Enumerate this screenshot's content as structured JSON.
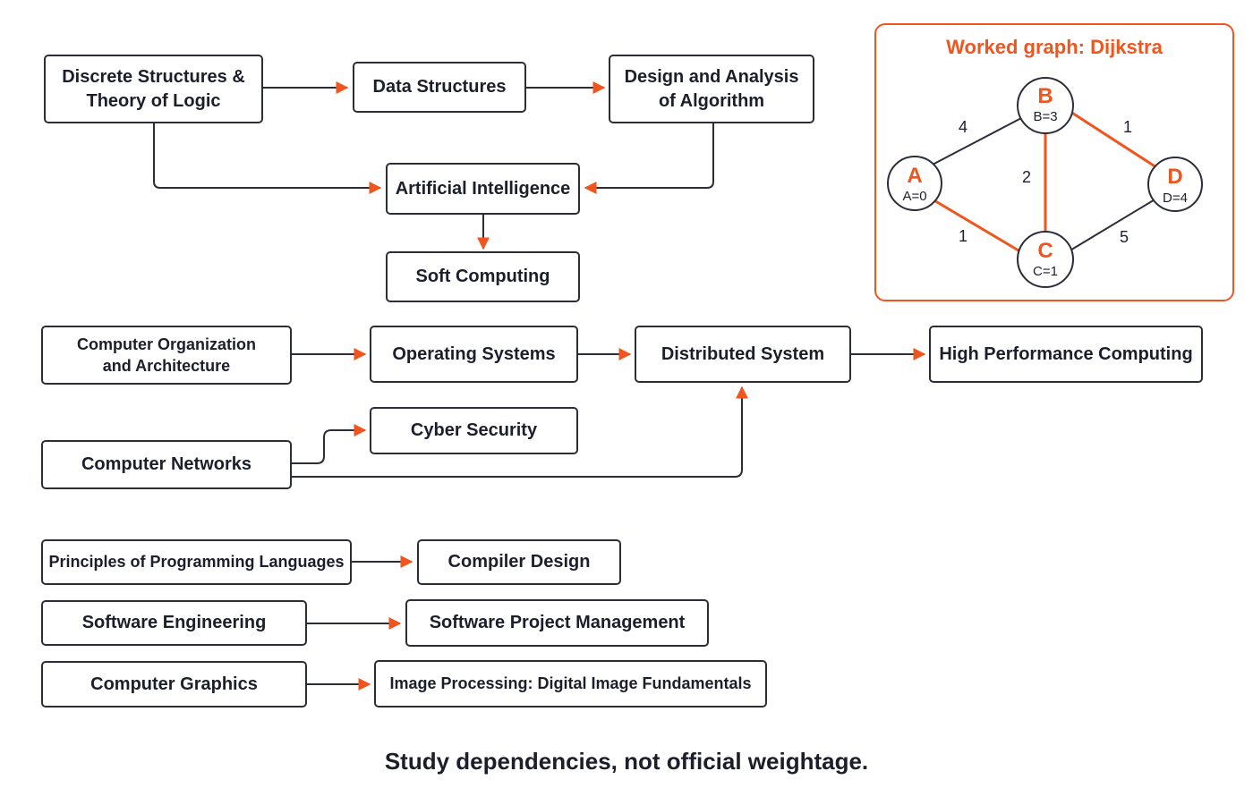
{
  "diagram": {
    "boxes": {
      "discrete": "Discrete Structures &\nTheory of Logic",
      "data_structures": "Data Structures",
      "daa": "Design and Analysis\nof Algorithm",
      "ai": "Artificial Intelligence",
      "soft_computing": "Soft Computing",
      "coa": "Computer Organization\nand Architecture",
      "os": "Operating Systems",
      "distributed": "Distributed System",
      "hpc": "High Performance Computing",
      "cyber": "Cyber Security",
      "networks": "Computer Networks",
      "ppl": "Principles of Programming Languages",
      "compiler": "Compiler Design",
      "se": "Software Engineering",
      "spm": "Software Project Management",
      "graphics": "Computer Graphics",
      "image": "Image Processing: Digital Image Fundamentals"
    },
    "edges": [
      [
        "discrete",
        "data_structures"
      ],
      [
        "data_structures",
        "daa"
      ],
      [
        "discrete",
        "ai"
      ],
      [
        "daa",
        "ai"
      ],
      [
        "ai",
        "soft_computing"
      ],
      [
        "coa",
        "os"
      ],
      [
        "os",
        "distributed"
      ],
      [
        "distributed",
        "hpc"
      ],
      [
        "networks",
        "cyber"
      ],
      [
        "networks",
        "distributed"
      ],
      [
        "ppl",
        "compiler"
      ],
      [
        "se",
        "spm"
      ],
      [
        "graphics",
        "image"
      ]
    ]
  },
  "worked_graph": {
    "title": "Worked graph: Dijkstra",
    "nodes": {
      "A": {
        "letter": "A",
        "dist": "A=0"
      },
      "B": {
        "letter": "B",
        "dist": "B=3"
      },
      "C": {
        "letter": "C",
        "dist": "C=1"
      },
      "D": {
        "letter": "D",
        "dist": "D=4"
      }
    },
    "edges": [
      {
        "from": "A",
        "to": "B",
        "weight": "4",
        "highlight": false
      },
      {
        "from": "A",
        "to": "C",
        "weight": "1",
        "highlight": true
      },
      {
        "from": "B",
        "to": "C",
        "weight": "2",
        "highlight": true
      },
      {
        "from": "B",
        "to": "D",
        "weight": "1",
        "highlight": true
      },
      {
        "from": "C",
        "to": "D",
        "weight": "5",
        "highlight": false
      }
    ]
  },
  "footer": "Study dependencies, not official weightage.",
  "colors": {
    "accent": "#f0551e",
    "ink": "#2b2e38"
  }
}
